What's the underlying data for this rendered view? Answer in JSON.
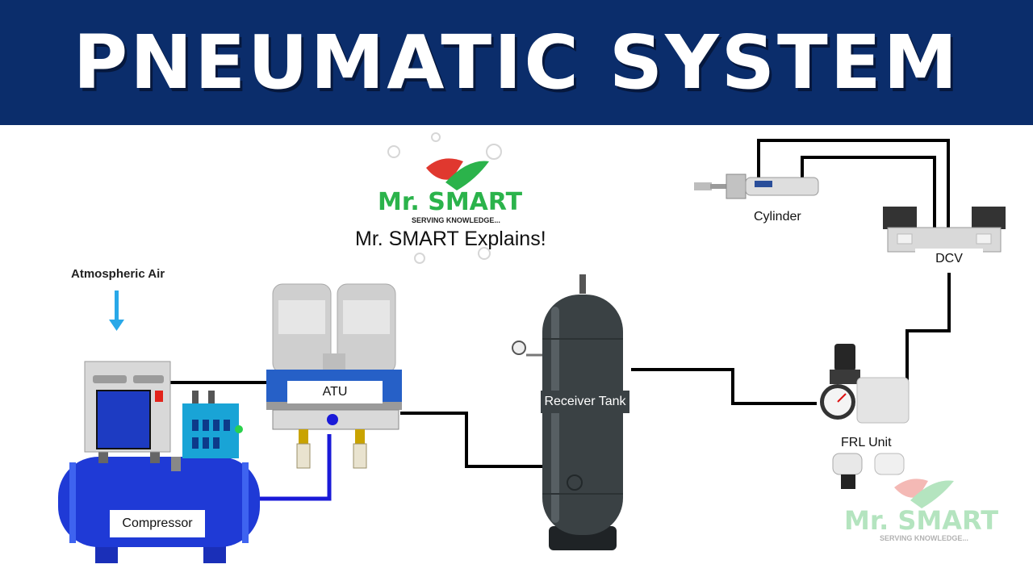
{
  "title": "PNEUMATIC SYSTEM",
  "logo": {
    "brand": "Mr. SMART",
    "tagline": "SERVING KNOWLEDGE...",
    "subtitle": "Mr. SMART Explains!"
  },
  "labels": {
    "atmospheric_air": "Atmospheric Air",
    "compressor": "Compressor",
    "atu": "ATU",
    "receiver_tank": "Receiver Tank",
    "frl_unit": "FRL Unit",
    "cylinder": "Cylinder",
    "dcv": "DCV"
  },
  "colors": {
    "banner": "#0b2d6b",
    "compressor_blue": "#1f3ad6",
    "tank_dark": "#3a4144",
    "accent_arrow": "#29a8e8",
    "logo_green": "#2bb34b",
    "logo_red": "#e0382f"
  }
}
